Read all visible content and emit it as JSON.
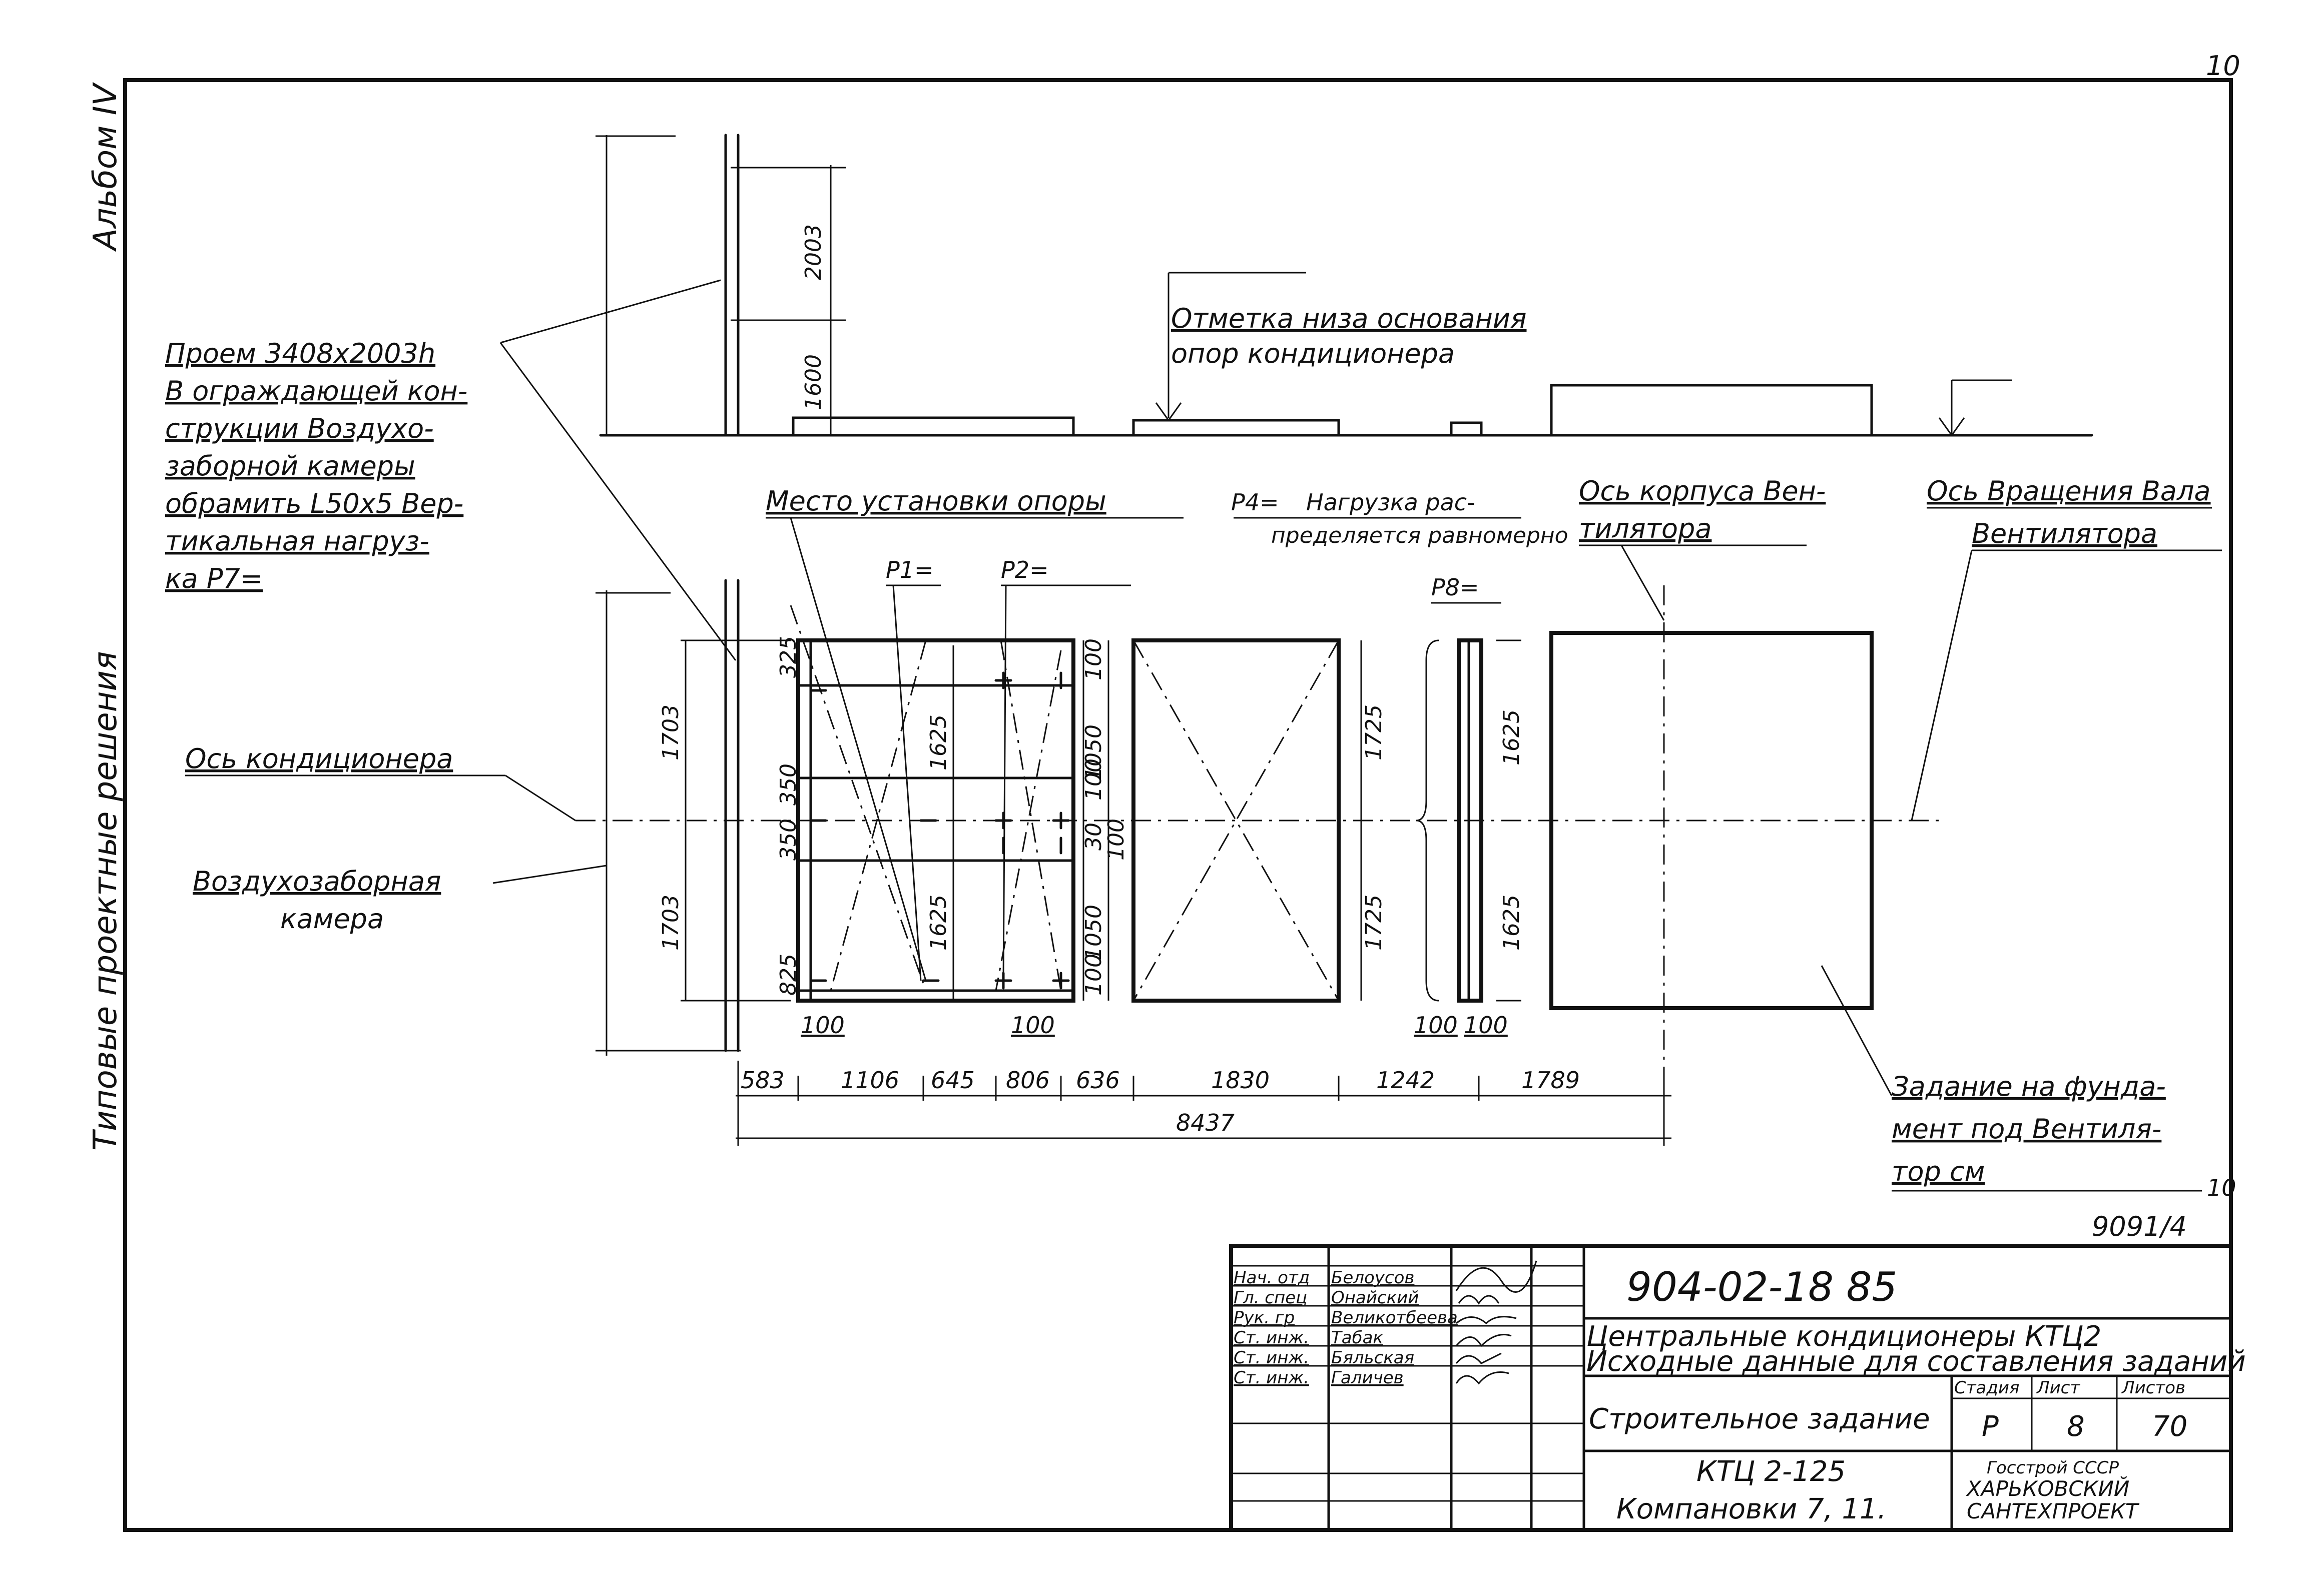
{
  "side_labels": {
    "album": "Альбом IV",
    "series": "Типовые проектные решения"
  },
  "sheet_corner": "10",
  "notes": {
    "opening": [
      "Проем 3408х2003h",
      "В ограждающей кон-",
      "струкции Воздухо-",
      "заборной камеры",
      "обрамить L50х5 Вер-",
      "тикальная нагруз-",
      "ка P7="
    ],
    "base_mark": [
      "Отметка низа основания",
      "опор кондиционера"
    ],
    "support_place": "Место установки опоры",
    "p4_load": [
      "P4=",
      "Нагрузка рас-",
      "пределяется равномерно"
    ],
    "fan_body_axis": [
      "Ось корпуса Вен-",
      "тилятора"
    ],
    "fan_shaft_axis": [
      "Ось Вращения Вала",
      "Вентилятора"
    ],
    "conditioner_axis": "Ось кондиционера",
    "air_chamber": [
      "Воздухозаборная",
      "камера"
    ],
    "foundation_task": [
      "Задание на фунда-",
      "мент под Вентиля-",
      "тор см"
    ],
    "foundation_ref": "9091/4",
    "foundation_ref_sup": "10",
    "p1": "P1=",
    "p2": "P2=",
    "p8": "P8="
  },
  "dimensions": {
    "elev_upper": "2003",
    "elev_lower": "1600",
    "left_upper": "1703",
    "left_lower": "1703",
    "c1_a": "325",
    "c1_b": "350",
    "c1_c": "350",
    "c1_d": "825",
    "c1_up": "1625",
    "c1_low": "1625",
    "c2_a": "100",
    "c2_b": "1050",
    "c2_c": "100",
    "c2_d": "30",
    "c2_e": "100",
    "c2_f": "1050",
    "c2_g": "100",
    "c3_up": "1725",
    "c3_low": "1725",
    "c4_up": "1625",
    "c4_low": "1625",
    "small_100_a": "100",
    "small_100_b": "100",
    "small_100_c": "100",
    "small_100_d": "100",
    "bottom_chain": [
      "583",
      "1106",
      "645",
      "806",
      "636",
      "1830",
      "1242",
      "1789"
    ],
    "overall": "8437"
  },
  "title_block": {
    "doc_number": "904-02-18 85",
    "title_line1": "Центральные кондиционеры КТЦ2",
    "title_line2": "Исходные данные для составления заданий",
    "sheet_name": "Строительное задание",
    "stage_hdr": "Стадия",
    "sheet_hdr": "Лист",
    "sheets_hdr": "Листов",
    "stage": "Р",
    "sheet": "8",
    "sheets": "70",
    "model": "КТЦ 2-125",
    "layouts": "Компановки 7, 11.",
    "org1": "Госстрой СССР",
    "org2": "ХАРЬКОВСКИЙ",
    "org3": "САНТЕХПРОЕКТ",
    "signers": [
      {
        "role": "Нач. отд",
        "name": "Белоусов"
      },
      {
        "role": "Гл. спец",
        "name": "Онайский"
      },
      {
        "role": "Рук. гр",
        "name": "Великотбеева"
      },
      {
        "role": "Ст. инж.",
        "name": "Табак"
      },
      {
        "role": "Ст. инж.",
        "name": "Бяльская"
      },
      {
        "role": "Ст. инж.",
        "name": "Галичев"
      }
    ]
  }
}
